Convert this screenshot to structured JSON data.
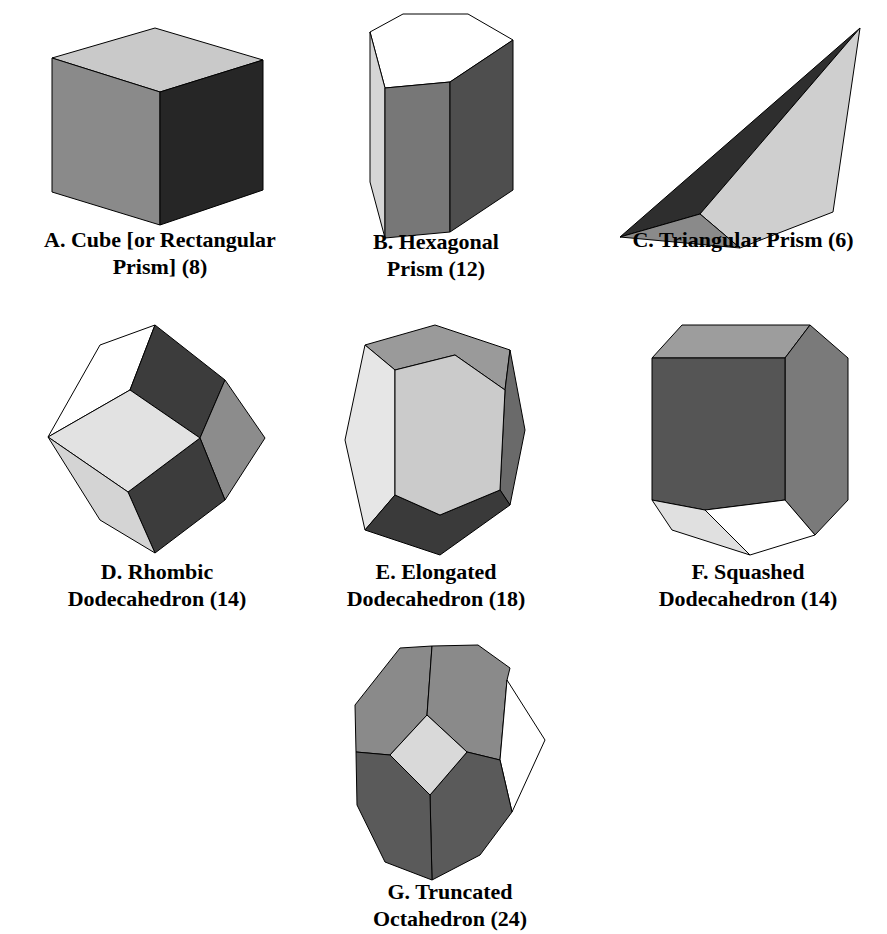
{
  "diagram": {
    "labels": [
      "A. Cube [or Rectangular Prism] (8)",
      "B. Hexagonal Prism (12)",
      "C. Triangular Prism (6)",
      "D. Rhombic Dodecahedron (14)",
      "E. Elongated Dodecahedron (18)",
      "F. Squashed Dodecahedron (14)",
      "G. Truncated Octahedron (24)"
    ]
  }
}
